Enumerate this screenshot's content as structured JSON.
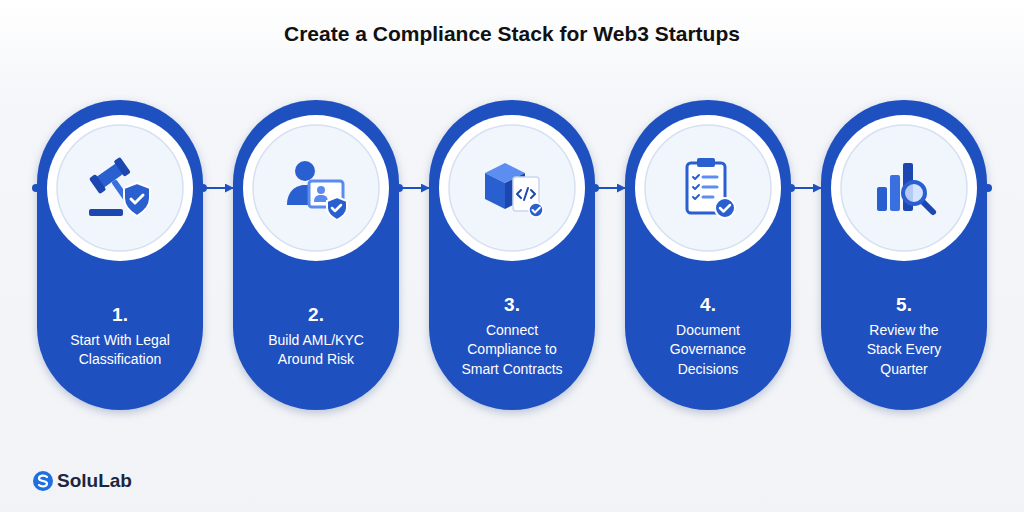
{
  "diagram": {
    "title": "Create a Compliance Stack for Web3 Startups",
    "nodes": [
      {
        "text": [
          "1.",
          "Start With Legal Classification"
        ]
      },
      {
        "text": [
          "2.",
          "Build AML/KYC Around Risk"
        ]
      },
      {
        "text": [
          "3.",
          "Connect Compliance to Smart Contracts"
        ]
      },
      {
        "text": [
          "4.",
          "Document Governance Decisions"
        ]
      },
      {
        "text": [
          "5.",
          "Review the Stack Every Quarter"
        ]
      }
    ],
    "edges": [
      {
        "from": 0,
        "to": 1,
        "arrow": "to"
      },
      {
        "from": 1,
        "to": 2,
        "arrow": "to"
      },
      {
        "from": 2,
        "to": 3,
        "arrow": "to"
      },
      {
        "from": 3,
        "to": 4,
        "arrow": "to"
      }
    ],
    "labels": [
      "SoluLab"
    ]
  }
}
